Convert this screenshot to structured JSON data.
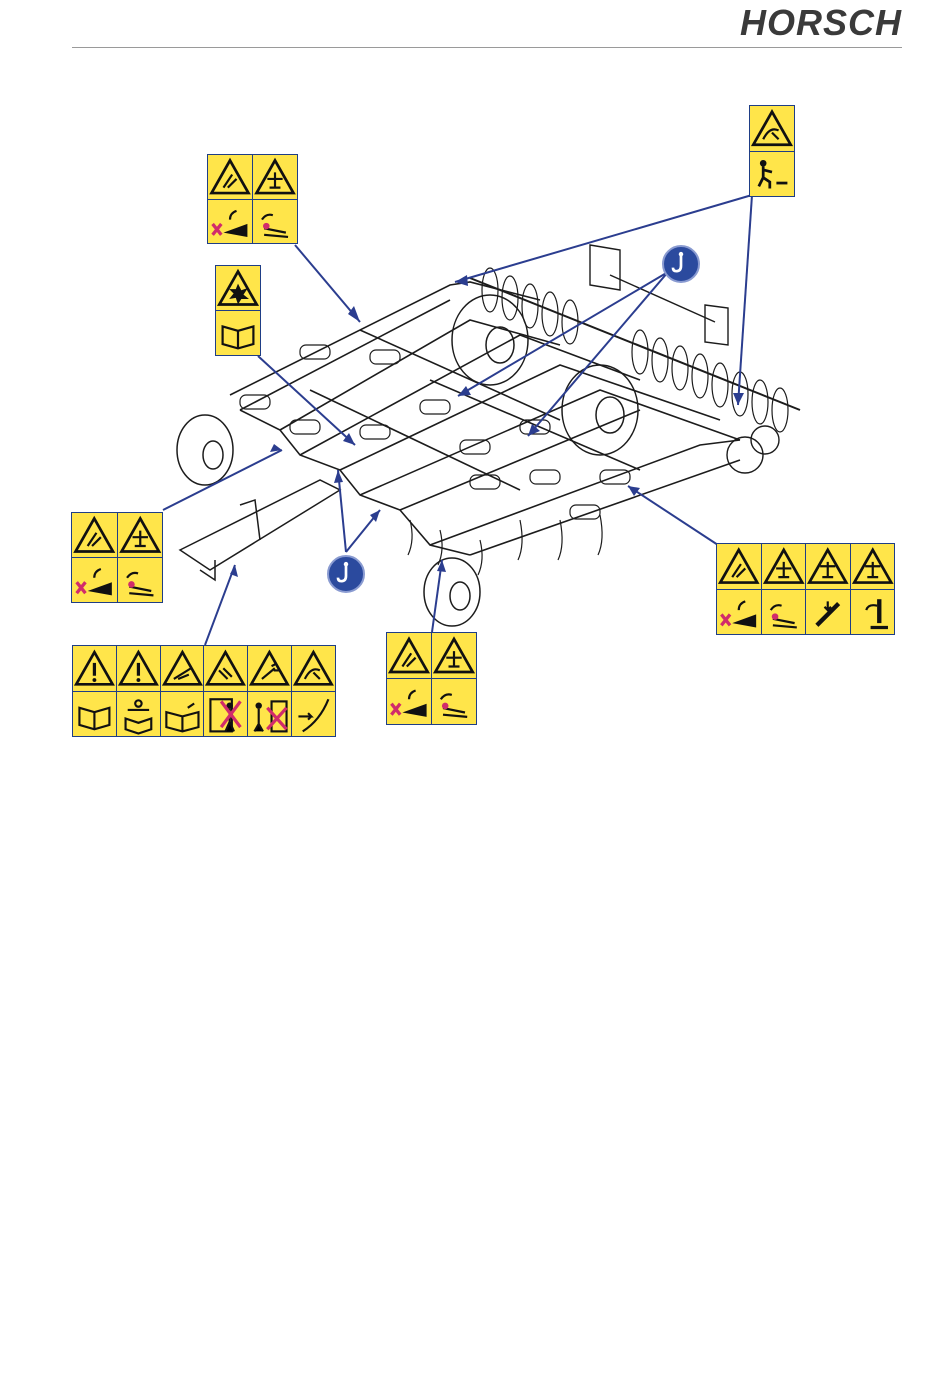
{
  "header": {
    "brand": "HORSCH"
  },
  "colors": {
    "sticker_yellow": "#ffe54a",
    "outline_blue": "#1f3e86",
    "hook_blue": "#2b4a9e",
    "leader_blue": "#2b3d8f"
  },
  "stickers": [
    {
      "id": "top-left-warning",
      "icons": [
        "crush-hand-icon",
        "run-over-icon",
        "no-fold-hand-icon",
        "no-fold-arm-icon"
      ]
    },
    {
      "id": "mid-left-warning",
      "icons": [
        "explosion-icon",
        "manual-book-icon"
      ]
    },
    {
      "id": "top-right-warning",
      "icons": [
        "hose-fluid-icon",
        "step-climb-icon"
      ]
    },
    {
      "id": "left-warning",
      "icons": [
        "crush-hand-icon",
        "run-over-icon",
        "no-fold-hand-icon",
        "no-fold-arm-icon"
      ]
    },
    {
      "id": "bottom-left-warning",
      "icons": [
        "exclamation-icon",
        "exclamation-icon",
        "fold-hand-icon",
        "fold-hand-icon",
        "spray-hand-icon",
        "hose-fluid-icon",
        "manual-book-icon",
        "tractor-connect-icon",
        "manual-open-icon",
        "no-stand-near-icon",
        "no-stand-between-icon",
        "keep-distance-icon"
      ]
    },
    {
      "id": "bottom-center-warning",
      "icons": [
        "crush-hand-icon",
        "run-over-icon",
        "no-fold-hand-icon",
        "no-fold-arm-icon"
      ]
    },
    {
      "id": "right-warning",
      "icons": [
        "crush-hand-icon",
        "run-over-icon",
        "run-over-icon",
        "run-over-icon",
        "no-fold-hand-icon",
        "no-fold-arm-icon",
        "lock-bolt-icon",
        "support-jack-icon"
      ]
    }
  ],
  "lifting_points": [
    {
      "id": "hook-top"
    },
    {
      "id": "hook-bottom"
    }
  ]
}
